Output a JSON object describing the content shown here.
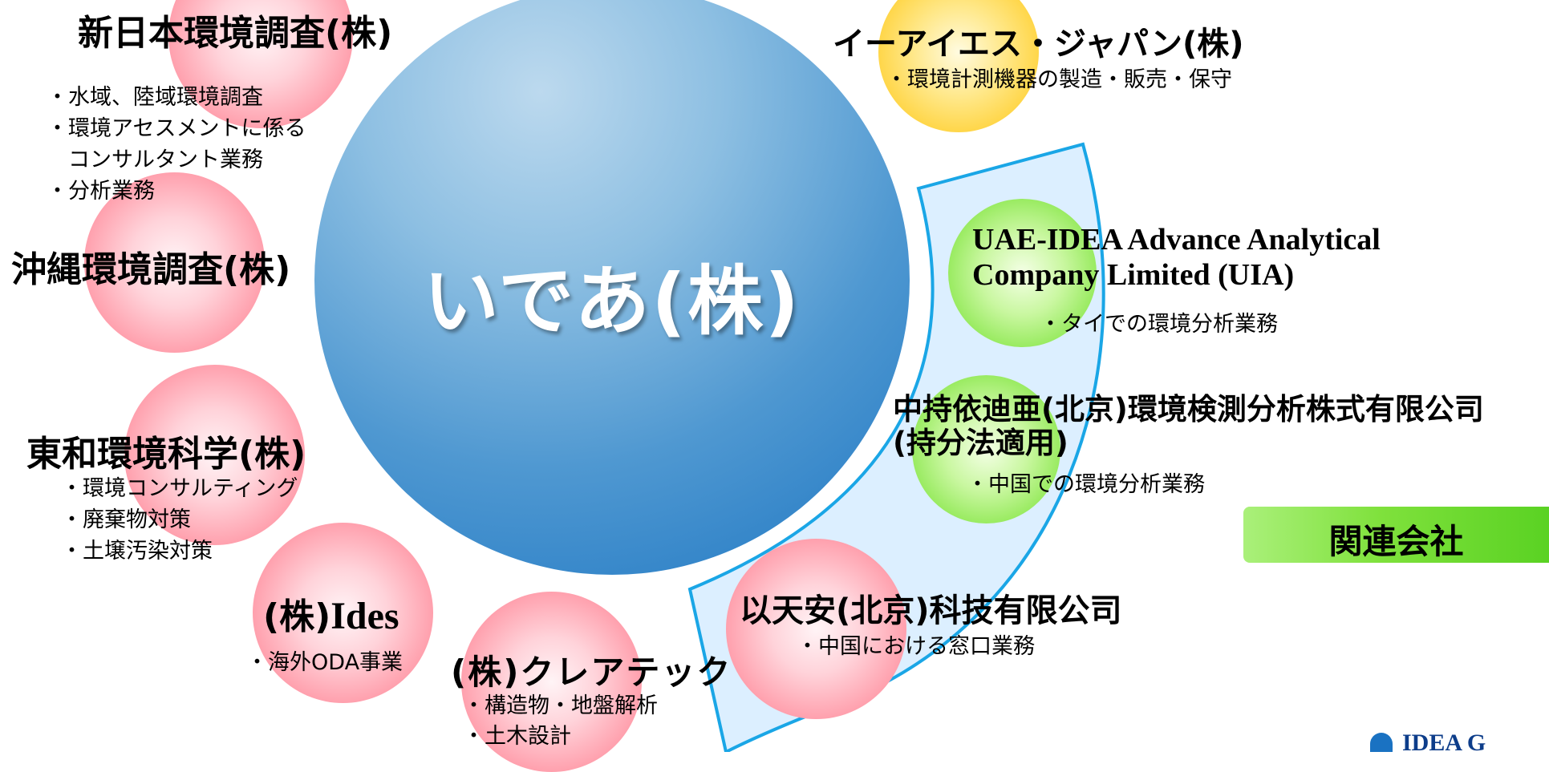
{
  "main": {
    "title": "いであ(株)"
  },
  "companies": {
    "shin_nihon": {
      "name": "新日本環境調査(株)",
      "items": [
        "・水域、陸域環境調査",
        "・環境アセスメントに係る",
        "　コンサルタント業務",
        "・分析業務"
      ]
    },
    "okinawa": {
      "name": "沖縄環境調査(株)"
    },
    "towa": {
      "name": "東和環境科学(株)",
      "items": [
        "・環境コンサルティング",
        "・廃棄物対策",
        "・土壌汚染対策"
      ]
    },
    "ides": {
      "name_prefix": "(株)",
      "name_suffix": "Ides",
      "items": [
        "・海外ODA事業"
      ]
    },
    "clairtech": {
      "name": "(株)クレアテック",
      "items": [
        "・構造物・地盤解析",
        "・土木設計"
      ]
    },
    "ies_japan": {
      "name": "イーアイエス・ジャパン(株)",
      "items": [
        "・環境計測機器の製造・販売・保守"
      ]
    },
    "uia": {
      "name_line1": "UAE-IDEA Advance Analytical",
      "name_line2": "Company Limited (UIA)",
      "items": [
        "・タイでの環境分析業務"
      ]
    },
    "china_analysis": {
      "name_line1": "中持依迪亜(北京)環境検測分析株式有限公司",
      "name_line2": "(持分法適用)",
      "items": [
        "・中国での環境分析業務"
      ]
    },
    "itenan": {
      "name": "以天安(北京)科技有限公司",
      "items": [
        "・中国における窓口業務"
      ]
    }
  },
  "badge": {
    "label": "関連会社"
  },
  "logo": {
    "text": "IDEA G"
  },
  "colors": {
    "main_blue": "#1f77c3",
    "pink": "#ff9aa8",
    "green": "#8ee852",
    "yellow": "#ffd23a",
    "band_fill": "#dcefff",
    "band_stroke": "#1aa6e6"
  }
}
